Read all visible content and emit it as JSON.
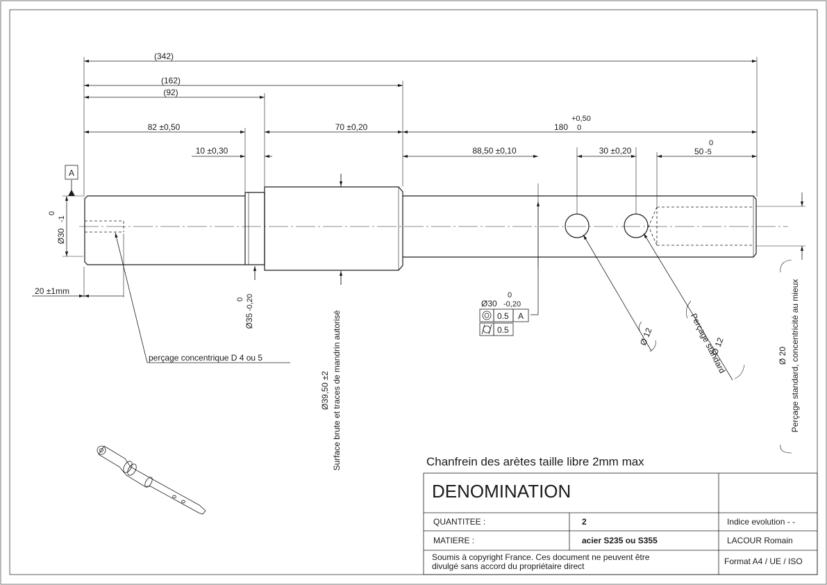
{
  "dimensions": {
    "overall": "(342)",
    "ref_162": "(162)",
    "ref_92": "(92)",
    "len_82": "82 ±0,50",
    "len_70": "70 ±0,20",
    "len_180_nominal": "180",
    "len_180_tol_upper": "+0,50",
    "len_180_tol_lower": "0",
    "len_10": "10 ±0,30",
    "len_88_50": "88,50 ±0,10",
    "len_30": "30 ±0,20",
    "len_50_nominal": "50",
    "len_50_tol_upper": "0",
    "len_50_tol_lower": "-5",
    "len_20": "20 ±1mm",
    "dia_30_end_nominal": "Ø30",
    "dia_30_end_tol_upper": "0",
    "dia_30_end_tol_lower": "-1",
    "dia_35_nominal": "Ø35",
    "dia_35_tol_upper": "0",
    "dia_35_tol_lower": "-0,20",
    "dia_39_50": "Ø39,50 ±2",
    "dia_39_50_note": "Surface brute et traces de mandrin autorisé",
    "dia_30_mid_nominal": "Ø30",
    "dia_30_mid_tol_upper": "0",
    "dia_30_mid_tol_lower": "-0,20",
    "hole_12_a": "Ø 12",
    "hole_12_b": "Ø 12",
    "hole_12_b_note": "Perçage standard",
    "bore_20": "Ø 20",
    "bore_20_note": "Perçage standard,  concentricité au mieux",
    "datum_label": "A",
    "tol_concentricity_value": "0.5",
    "tol_concentricity_datum": "A",
    "tol_cylindricity_value": "0.5"
  },
  "notes": {
    "center_drill": "perçage concentrique D 4 ou 5",
    "chamfer": "Chanfrein des arètes taille libre 2mm max"
  },
  "title_block": {
    "denomination": "DENOMINATION",
    "quantity_label": "QUANTITEE :",
    "quantity_value": "2",
    "material_label": "MATIERE :",
    "material_value": "acier S235 ou S355",
    "revision": "Indice evolution - -",
    "author": "LACOUR Romain",
    "copyright": "Soumis à copyright France. Ces document ne peuvent être divulgé sans accord du propriétaire direct",
    "copyright_line1": "Soumis à copyright France. Ces document ne peuvent être",
    "copyright_line2": "divulgé sans accord du propriétaire direct",
    "format": "Format A4 / UE / ISO"
  }
}
